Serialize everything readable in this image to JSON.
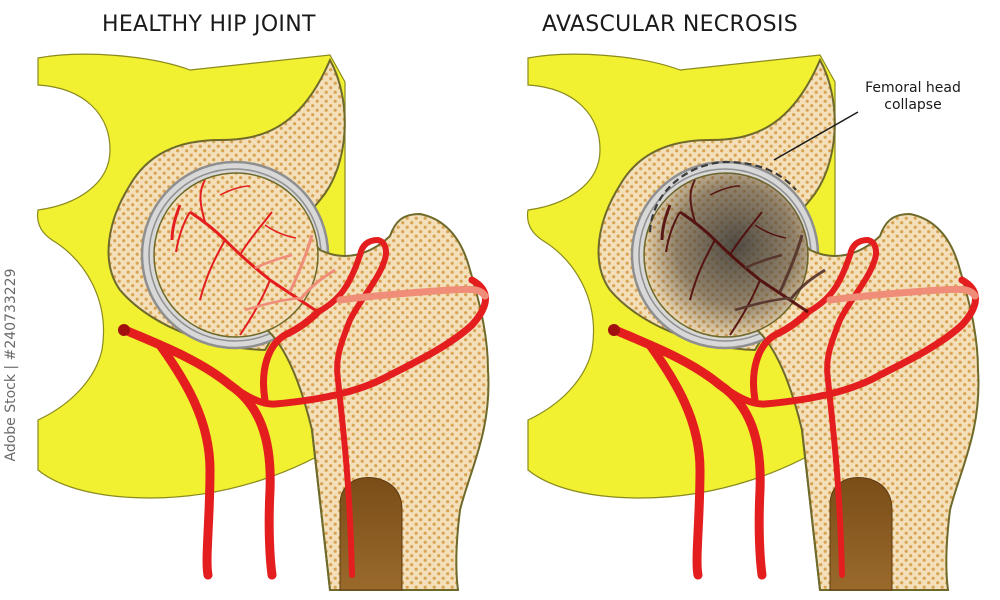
{
  "titles": {
    "left": "HEALTHY HIP JOINT",
    "right": "AVASCULAR NECROSIS"
  },
  "annotation": {
    "line1": "Femoral head",
    "line2": "collapse"
  },
  "stock_id": "Adobe Stock | #240733229",
  "colors": {
    "pelvis": "#f1f031",
    "pelvis_outline": "#8a8a1e",
    "bone": "#f3dfba",
    "bone_outline": "#6f6a2a",
    "trabeculae": "#d8a352",
    "cartilage": "#c9c9c9",
    "capsule": "#d8d8d8",
    "artery": "#e41e1e",
    "artery_light": "#f08d78",
    "necrotic": "#3c3a36",
    "marrow": "#8a5a22"
  },
  "icons": {
    "femoral_artery": "artery-icon",
    "femoral_head": "femoral-head-icon"
  }
}
